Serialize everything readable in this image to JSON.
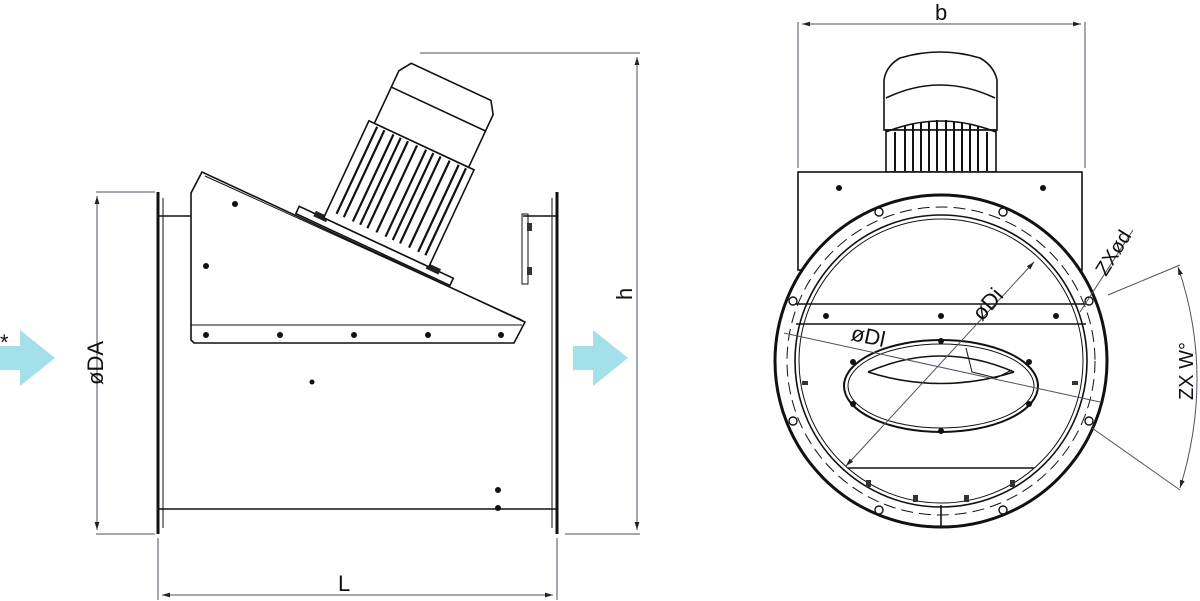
{
  "drawing": {
    "title": "Inline duct fan dimension drawing",
    "side_view": {
      "labels": {
        "inlet_marker": "*",
        "outer_diameter": "øDA",
        "length": "L",
        "height": "h"
      }
    },
    "front_view": {
      "labels": {
        "width": "b",
        "inner_diameter": "øDi",
        "hole_circle_diameter": "øDl",
        "hole_count_diameter": "ZXød",
        "hole_angle": "ZX W°"
      }
    },
    "colors": {
      "flow_arrow": "#a3e0ea",
      "line": "#111111",
      "dimension_line": "#4a5260",
      "background": "#ffffff"
    }
  }
}
